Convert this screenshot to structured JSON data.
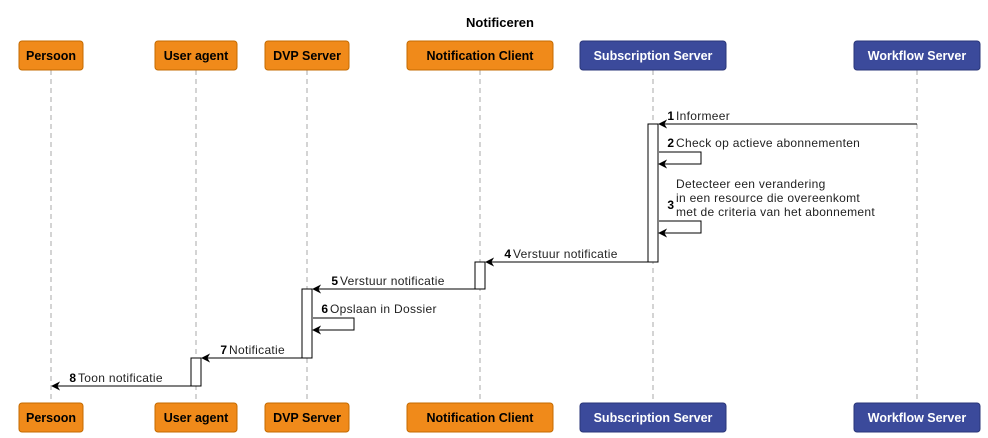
{
  "title": "Notificeren",
  "colors": {
    "orange_fill": "#f08a1a",
    "orange_stroke": "#c46b00",
    "blue_fill": "#3b4a9b",
    "blue_stroke": "#2a3678",
    "lifeline": "#a8a8a8",
    "arrow": "#000000"
  },
  "participants": [
    {
      "id": "persoon",
      "label": "Persoon",
      "style": "orange"
    },
    {
      "id": "user_agent",
      "label": "User agent",
      "style": "orange"
    },
    {
      "id": "dvp_server",
      "label": "DVP Server",
      "style": "orange"
    },
    {
      "id": "notification_client",
      "label": "Notification Client",
      "style": "orange"
    },
    {
      "id": "subscription_server",
      "label": "Subscription Server",
      "style": "blue"
    },
    {
      "id": "workflow_server",
      "label": "Workflow Server",
      "style": "blue"
    }
  ],
  "messages": [
    {
      "num": "1",
      "from": "workflow_server",
      "to": "subscription_server",
      "lines": [
        "Informeer"
      ]
    },
    {
      "num": "2",
      "from": "subscription_server",
      "to": "subscription_server",
      "lines": [
        "Check op actieve abonnementen"
      ]
    },
    {
      "num": "3",
      "from": "subscription_server",
      "to": "subscription_server",
      "lines": [
        "Detecteer een verandering",
        "in een resource die overeenkomt",
        "met de criteria van het abonnement"
      ]
    },
    {
      "num": "4",
      "from": "subscription_server",
      "to": "notification_client",
      "lines": [
        "Verstuur notificatie"
      ]
    },
    {
      "num": "5",
      "from": "notification_client",
      "to": "dvp_server",
      "lines": [
        "Verstuur notificatie"
      ]
    },
    {
      "num": "6",
      "from": "dvp_server",
      "to": "dvp_server",
      "lines": [
        "Opslaan in Dossier"
      ]
    },
    {
      "num": "7",
      "from": "dvp_server",
      "to": "user_agent",
      "lines": [
        "Notificatie"
      ]
    },
    {
      "num": "8",
      "from": "user_agent",
      "to": "persoon",
      "lines": [
        "Toon notificatie"
      ]
    }
  ]
}
